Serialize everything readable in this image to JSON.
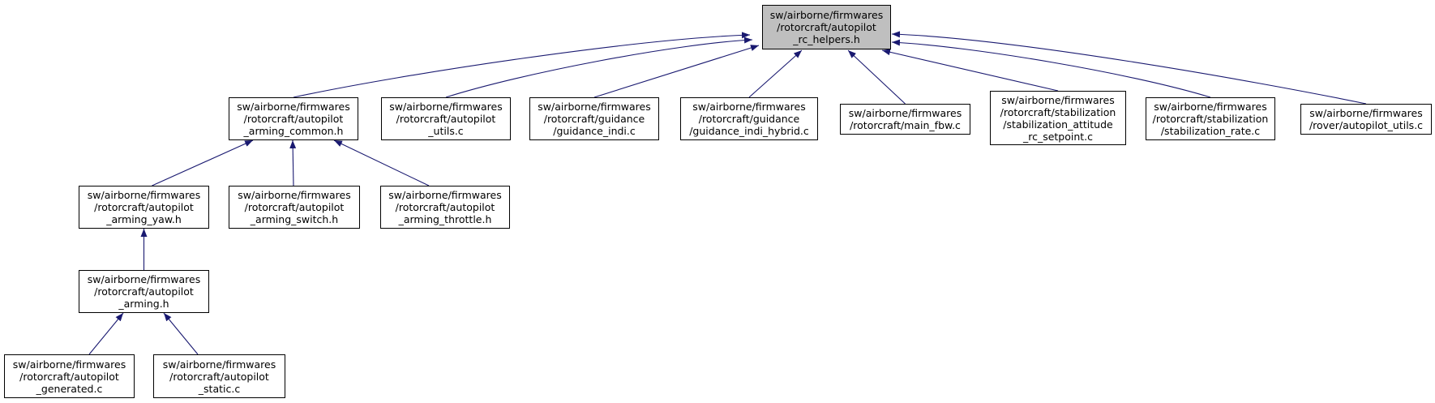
{
  "diagram": {
    "colors": {
      "edge": "#191970",
      "root_fill": "#bfbfbf",
      "node_fill": "#ffffff",
      "border": "#000000"
    },
    "nodes": [
      {
        "id": "root",
        "lines": [
          "sw/airborne/firmwares",
          "/rotorcraft/autopilot",
          "_rc_helpers.h"
        ],
        "root": true
      },
      {
        "id": "arming_common",
        "lines": [
          "sw/airborne/firmwares",
          "/rotorcraft/autopilot",
          "_arming_common.h"
        ]
      },
      {
        "id": "autopilot_utils",
        "lines": [
          "sw/airborne/firmwares",
          "/rotorcraft/autopilot",
          "_utils.c"
        ]
      },
      {
        "id": "guidance_indi",
        "lines": [
          "sw/airborne/firmwares",
          "/rotorcraft/guidance",
          "/guidance_indi.c"
        ]
      },
      {
        "id": "guidance_indi_hybrid",
        "lines": [
          "sw/airborne/firmwares",
          "/rotorcraft/guidance",
          "/guidance_indi_hybrid.c"
        ]
      },
      {
        "id": "main_fbw",
        "lines": [
          "sw/airborne/firmwares",
          "/rotorcraft/main_fbw.c"
        ]
      },
      {
        "id": "stab_attitude_rc",
        "lines": [
          "sw/airborne/firmwares",
          "/rotorcraft/stabilization",
          "/stabilization_attitude",
          "_rc_setpoint.c"
        ]
      },
      {
        "id": "stab_rate",
        "lines": [
          "sw/airborne/firmwares",
          "/rotorcraft/stabilization",
          "/stabilization_rate.c"
        ]
      },
      {
        "id": "rover_utils",
        "lines": [
          "sw/airborne/firmwares",
          "/rover/autopilot_utils.c"
        ]
      },
      {
        "id": "arming_yaw",
        "lines": [
          "sw/airborne/firmwares",
          "/rotorcraft/autopilot",
          "_arming_yaw.h"
        ]
      },
      {
        "id": "arming_switch",
        "lines": [
          "sw/airborne/firmwares",
          "/rotorcraft/autopilot",
          "_arming_switch.h"
        ]
      },
      {
        "id": "arming_throttle",
        "lines": [
          "sw/airborne/firmwares",
          "/rotorcraft/autopilot",
          "_arming_throttle.h"
        ]
      },
      {
        "id": "arming",
        "lines": [
          "sw/airborne/firmwares",
          "/rotorcraft/autopilot",
          "_arming.h"
        ]
      },
      {
        "id": "autopilot_generated",
        "lines": [
          "sw/airborne/firmwares",
          "/rotorcraft/autopilot",
          "_generated.c"
        ]
      },
      {
        "id": "autopilot_static",
        "lines": [
          "sw/airborne/firmwares",
          "/rotorcraft/autopilot",
          "_static.c"
        ]
      }
    ],
    "edges": [
      {
        "from": "arming_common",
        "to": "root"
      },
      {
        "from": "autopilot_utils",
        "to": "root"
      },
      {
        "from": "guidance_indi",
        "to": "root"
      },
      {
        "from": "guidance_indi_hybrid",
        "to": "root"
      },
      {
        "from": "main_fbw",
        "to": "root"
      },
      {
        "from": "stab_attitude_rc",
        "to": "root"
      },
      {
        "from": "stab_rate",
        "to": "root"
      },
      {
        "from": "rover_utils",
        "to": "root"
      },
      {
        "from": "arming_yaw",
        "to": "arming_common"
      },
      {
        "from": "arming_switch",
        "to": "arming_common"
      },
      {
        "from": "arming_throttle",
        "to": "arming_common"
      },
      {
        "from": "arming",
        "to": "arming_yaw"
      },
      {
        "from": "autopilot_generated",
        "to": "arming"
      },
      {
        "from": "autopilot_static",
        "to": "arming"
      }
    ]
  }
}
